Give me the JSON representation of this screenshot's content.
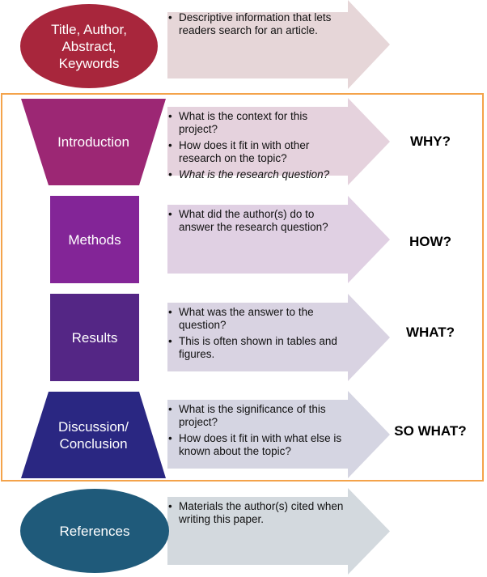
{
  "sections": [
    {
      "id": "front-matter",
      "label": "Title, Author, Abstract, Keywords",
      "label_lines": [
        "Title, Author,",
        "Abstract,",
        "Keywords"
      ],
      "color": "#a8263c",
      "arrow_color": "#e6d6d8",
      "bullets": [
        {
          "text": "Descriptive information that lets readers search for an article.",
          "italic": false
        }
      ],
      "question": ""
    },
    {
      "id": "introduction",
      "label": "Introduction",
      "label_lines": [
        "Introduction"
      ],
      "color": "#9c2774",
      "arrow_color": "#e5d2dd",
      "bullets": [
        {
          "text": "What is the context for this project?",
          "italic": false
        },
        {
          "text": "How does it fit in with other research on the topic?",
          "italic": false
        },
        {
          "text": "What is the research question?",
          "italic": true
        }
      ],
      "question": "WHY?"
    },
    {
      "id": "methods",
      "label": "Methods",
      "label_lines": [
        "Methods"
      ],
      "color": "#832597",
      "arrow_color": "#e0d0e3",
      "bullets": [
        {
          "text": "What did the author(s) do to answer the research question?",
          "italic": false
        }
      ],
      "question": "HOW?"
    },
    {
      "id": "results",
      "label": "Results",
      "label_lines": [
        "Results"
      ],
      "color": "#542685",
      "arrow_color": "#d9d3e2",
      "bullets": [
        {
          "text": "What was the answer to the question?",
          "italic": false
        },
        {
          "text": "This is often shown in tables and figures.",
          "italic": false
        }
      ],
      "question": "WHAT?"
    },
    {
      "id": "discussion",
      "label": "Discussion/ Conclusion",
      "label_lines": [
        "Discussion/",
        "Conclusion"
      ],
      "color": "#2a2782",
      "arrow_color": "#d5d5e2",
      "bullets": [
        {
          "text": "What is the significance of this project?",
          "italic": false
        },
        {
          "text": "How does it fit in with what else is known about the topic?",
          "italic": false
        }
      ],
      "question": "SO WHAT?"
    },
    {
      "id": "references",
      "label": "References",
      "label_lines": [
        "References"
      ],
      "color": "#1f5a7a",
      "arrow_color": "#d3d9de",
      "bullets": [
        {
          "text": "Materials the author(s) cited when writing this paper.",
          "italic": false
        }
      ],
      "question": ""
    }
  ],
  "frame_color": "#f4a34a"
}
